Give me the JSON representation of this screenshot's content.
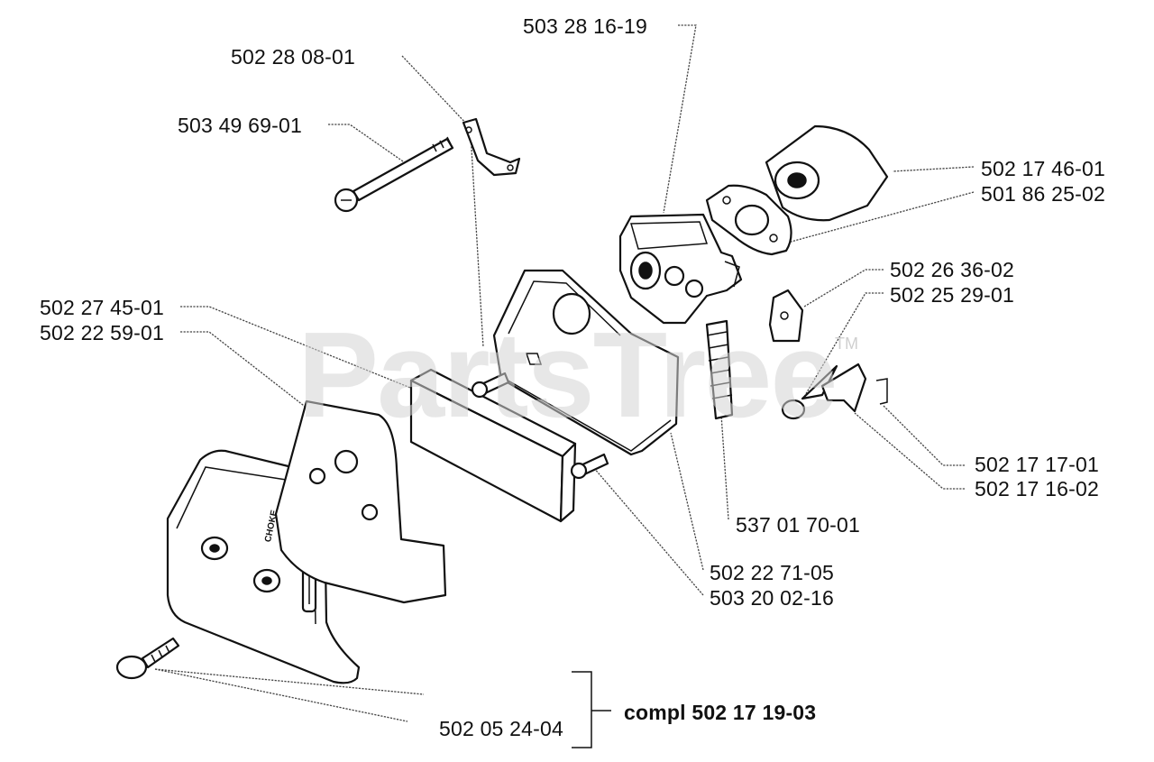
{
  "watermark": {
    "text": "PartsTree",
    "trademark": "TM"
  },
  "labels": [
    {
      "id": "503-28-16-19",
      "text": "503 28 16-19"
    },
    {
      "id": "502-28-08-01",
      "text": "502 28 08-01"
    },
    {
      "id": "503-49-69-01",
      "text": "503 49 69-01"
    },
    {
      "id": "502-17-46-01",
      "text": "502 17 46-01"
    },
    {
      "id": "501-86-25-02",
      "text": "501 86 25-02"
    },
    {
      "id": "502-26-36-02",
      "text": "502 26 36-02"
    },
    {
      "id": "502-25-29-01",
      "text": "502 25 29-01"
    },
    {
      "id": "502-27-45-01",
      "text": "502 27 45-01"
    },
    {
      "id": "502-22-59-01",
      "text": "502 22 59-01"
    },
    {
      "id": "502-17-17-01",
      "text": "502 17 17-01"
    },
    {
      "id": "502-17-16-02",
      "text": "502 17 16-02"
    },
    {
      "id": "537-01-70-01",
      "text": "537 01 70-01"
    },
    {
      "id": "502-22-71-05",
      "text": "502 22 71-05"
    },
    {
      "id": "503-20-02-16",
      "text": "503 20 02-16"
    },
    {
      "id": "502-05-24-04",
      "text": "502 05 24-04"
    }
  ],
  "assembly_label": "compl 502 17 19-03",
  "cover_marking": "CHOKE"
}
